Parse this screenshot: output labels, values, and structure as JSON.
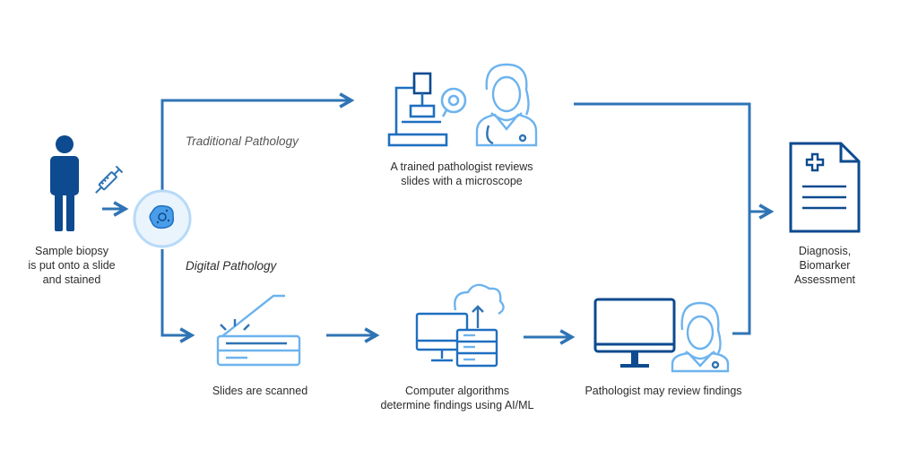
{
  "colors": {
    "dark_blue": "#0d4a8f",
    "mid_blue": "#2f74b5",
    "light_blue": "#6db3ee",
    "text": "#2c2c2c",
    "label_gray": "#555555"
  },
  "labels": {
    "sample": [
      "Sample biopsy",
      "is put onto a slide",
      "and stained"
    ],
    "traditional_path": "Traditional Pathology",
    "digital_path": "Digital Pathology",
    "pathologist_microscope": [
      "A trained pathologist reviews",
      "slides with a microscope"
    ],
    "slides_scanned": "Slides are scanned",
    "algorithms": [
      "Computer algorithms",
      "determine findings using AI/ML"
    ],
    "pathologist_review": "Pathologist may review findings",
    "diagnosis": [
      "Diagnosis,",
      "Biomarker",
      "Assessment"
    ]
  },
  "icons": {
    "person": "person-icon",
    "syringe": "syringe-icon",
    "cell": "cell-slide-icon",
    "microscope": "microscope-icon",
    "doctor": "pathologist-icon",
    "scanner": "scanner-icon",
    "computer": "computer-server-cloud-icon",
    "monitor": "monitor-icon",
    "document": "medical-document-icon"
  }
}
